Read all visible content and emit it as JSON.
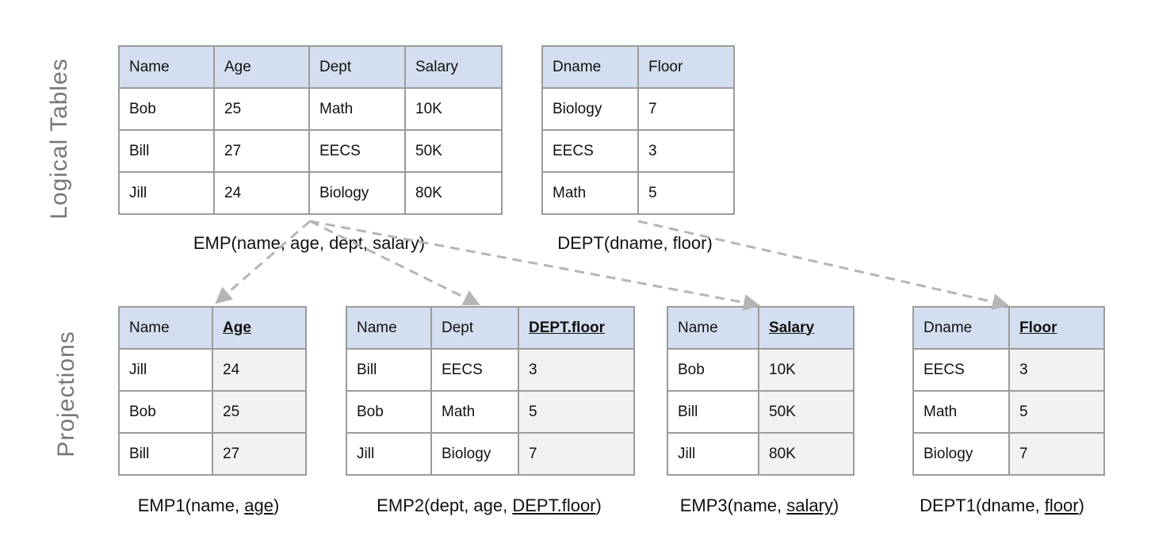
{
  "side_labels": {
    "logical": "Logical Tables",
    "projections": "Projections"
  },
  "logical": {
    "emp": {
      "headers": [
        "Name",
        "Age",
        "Dept",
        "Salary"
      ],
      "rows": [
        [
          "Bob",
          "25",
          "Math",
          "10K"
        ],
        [
          "Bill",
          "27",
          "EECS",
          "50K"
        ],
        [
          "Jill",
          "24",
          "Biology",
          "80K"
        ]
      ],
      "caption": "EMP(name, age, dept, salary)"
    },
    "dept": {
      "headers": [
        "Dname",
        "Floor"
      ],
      "rows": [
        [
          "Biology",
          "7"
        ],
        [
          "EECS",
          "3"
        ],
        [
          "Math",
          "5"
        ]
      ],
      "caption": "DEPT(dname, floor)"
    }
  },
  "projections": {
    "emp1": {
      "headers": [
        "Name",
        "Age"
      ],
      "rows": [
        [
          "Jill",
          "24"
        ],
        [
          "Bob",
          "25"
        ],
        [
          "Bill",
          "27"
        ]
      ],
      "caption": {
        "pre": "EMP1(name, ",
        "key": "age",
        "post": ")"
      }
    },
    "emp2": {
      "headers": [
        "Name",
        "Dept",
        "DEPT.floor"
      ],
      "rows": [
        [
          "Bill",
          "EECS",
          "3"
        ],
        [
          "Bob",
          "Math",
          "5"
        ],
        [
          "Jill",
          "Biology",
          "7"
        ]
      ],
      "caption": {
        "pre": "EMP2(dept, age, ",
        "key": "DEPT.floor",
        "post": ")"
      }
    },
    "emp3": {
      "headers": [
        "Name",
        "Salary"
      ],
      "rows": [
        [
          "Bob",
          "10K"
        ],
        [
          "Bill",
          "50K"
        ],
        [
          "Jill",
          "80K"
        ]
      ],
      "caption": {
        "pre": "EMP3(name, ",
        "key": "salary",
        "post": ")"
      }
    },
    "dept1": {
      "headers": [
        "Dname",
        "Floor"
      ],
      "rows": [
        [
          "EECS",
          "3"
        ],
        [
          "Math",
          "5"
        ],
        [
          "Biology",
          "7"
        ]
      ],
      "caption": {
        "pre": "DEPT1(dname, ",
        "key": "floor",
        "post": ")"
      }
    }
  },
  "colors": {
    "header_bg": "#d3dff0",
    "sorted_column_bg": "#f2f2f2",
    "arrow": "#b5b5b5",
    "side_label": "#777777"
  }
}
